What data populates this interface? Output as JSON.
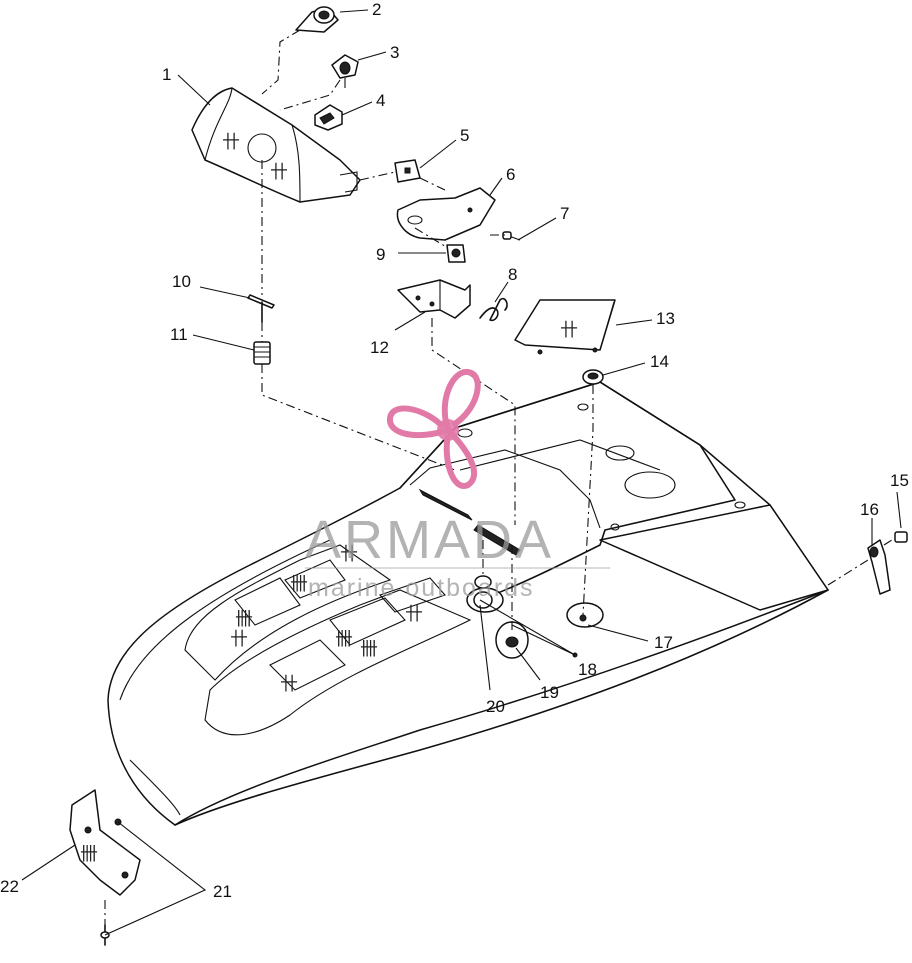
{
  "callouts": [
    {
      "label": "1"
    },
    {
      "label": "2"
    },
    {
      "label": "3"
    },
    {
      "label": "4"
    },
    {
      "label": "5"
    },
    {
      "label": "6"
    },
    {
      "label": "7"
    },
    {
      "label": "8"
    },
    {
      "label": "9"
    },
    {
      "label": "10"
    },
    {
      "label": "11"
    },
    {
      "label": "12"
    },
    {
      "label": "13"
    },
    {
      "label": "14"
    },
    {
      "label": "15"
    },
    {
      "label": "16"
    },
    {
      "label": "17"
    },
    {
      "label": "18"
    },
    {
      "label": "19"
    },
    {
      "label": "20"
    },
    {
      "label": "21"
    },
    {
      "label": "22"
    }
  ],
  "watermark": {
    "brand": "ARMADA",
    "tagline": "marine outboards",
    "logo_color": "#e27aa7",
    "text_color": "#9a9a9a"
  },
  "icons": {
    "logo": "propeller-logo-icon"
  }
}
